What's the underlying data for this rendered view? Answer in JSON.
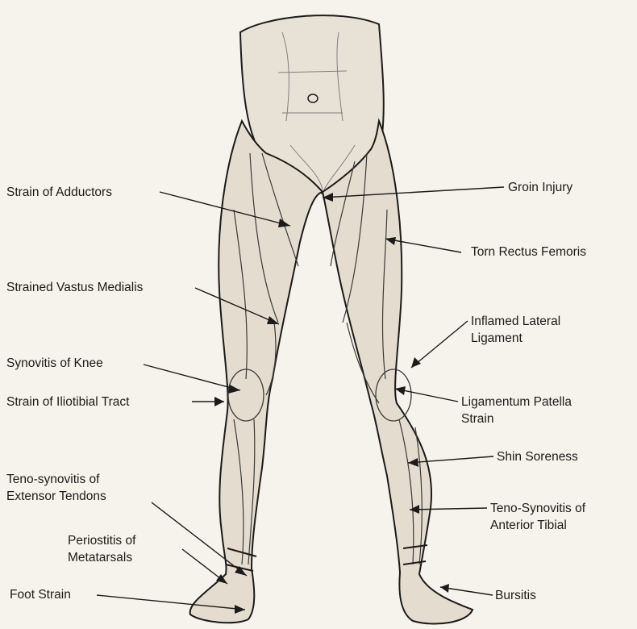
{
  "labels": {
    "strain_of_adductors": "Strain of Adductors",
    "groin_injury": "Groin Injury",
    "torn_rectus_femoris": "Torn Rectus Femoris",
    "strained_vastus_medialis": "Strained Vastus Medialis",
    "inflamed_lateral_ligament": [
      "Inflamed Lateral",
      "Ligament"
    ],
    "synovitis_of_knee": "Synovitis of Knee",
    "strain_of_iliotibial_tract": "Strain of Iliotibial Tract",
    "ligamentum_patella_strain": [
      "Ligamentum Patella",
      "Strain"
    ],
    "shin_soreness": "Shin Soreness",
    "teno_synovitis_extensor": [
      "Teno-synovitis of",
      "Extensor Tendons"
    ],
    "teno_synovitis_anterior_tibial": [
      "Teno-Synovitis of",
      "Anterior Tibial"
    ],
    "periostitis_of_metatarsals": [
      "Periostitis of",
      "Metatarsals"
    ],
    "foot_strain": "Foot Strain",
    "bursitis": "Bursitis"
  },
  "colors": {
    "ink": "#1b1b1b",
    "paper": "#f6f3ec",
    "shade": "#d9d3c7"
  }
}
